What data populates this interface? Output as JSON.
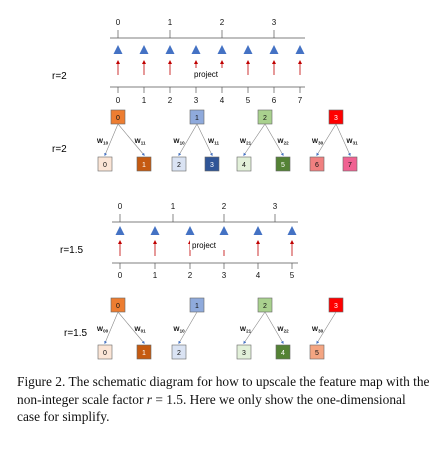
{
  "colors": {
    "triangle": "#4472c4",
    "arrow": "#c00000",
    "line": "#555555",
    "out_fill": "#ffffff",
    "in": [
      "#ed7d31",
      "#8faadc",
      "#a9d18e",
      "#ff0000"
    ],
    "out_r2": [
      "#fbe5d6",
      "#c55a11",
      "#dae3f3",
      "#2f5597",
      "#e2f0d9",
      "#548235",
      "#f08080",
      "#f06292"
    ],
    "out_r15": [
      "#fbe5d6",
      "#c55a11",
      "#dae3f3",
      "#e2f0d9",
      "#548235",
      "#f4a582"
    ]
  },
  "r2": {
    "label1": "r=2",
    "label2": "r=2",
    "top_ticks": [
      "0",
      "1",
      "2",
      "3"
    ],
    "bottom_ticks": [
      "0",
      "1",
      "2",
      "3",
      "4",
      "5",
      "6",
      "7"
    ],
    "project": "project",
    "inputs": [
      "0",
      "1",
      "2",
      "3"
    ],
    "outputs": [
      "0",
      "1",
      "2",
      "3",
      "4",
      "5",
      "6",
      "7"
    ],
    "weights": [
      {
        "w": "W",
        "s": "10"
      },
      {
        "w": "W",
        "s": "11"
      },
      {
        "w": "W",
        "s": "10"
      },
      {
        "w": "W",
        "s": "11"
      },
      {
        "w": "W",
        "s": "21"
      },
      {
        "w": "W",
        "s": "22"
      },
      {
        "w": "W",
        "s": "30"
      },
      {
        "w": "W",
        "s": "31"
      }
    ]
  },
  "r15": {
    "label1": "r=1.5",
    "label2": "r=1.5",
    "top_ticks": [
      "0",
      "1",
      "2",
      "3"
    ],
    "bottom_ticks": [
      "0",
      "1",
      "2",
      "3",
      "4",
      "5"
    ],
    "project": "project",
    "inputs": [
      "0",
      "1",
      "2",
      "3"
    ],
    "outputs": [
      "0",
      "1",
      "2",
      "3",
      "4",
      "5"
    ],
    "weights": [
      {
        "w": "W",
        "s": "00"
      },
      {
        "w": "W",
        "s": "01"
      },
      {
        "w": "W",
        "s": "10"
      },
      {
        "w": "W",
        "s": "21"
      },
      {
        "w": "W",
        "s": "22"
      },
      {
        "w": "W",
        "s": "30"
      }
    ]
  },
  "caption": {
    "label": "Figure 2.",
    "text1": " The schematic diagram for how to upscale the feature map with the non-integer scale factor ",
    "math_r": "r",
    "text2": " = 1.5. Here we only show the one-dimensional case for simplify."
  }
}
